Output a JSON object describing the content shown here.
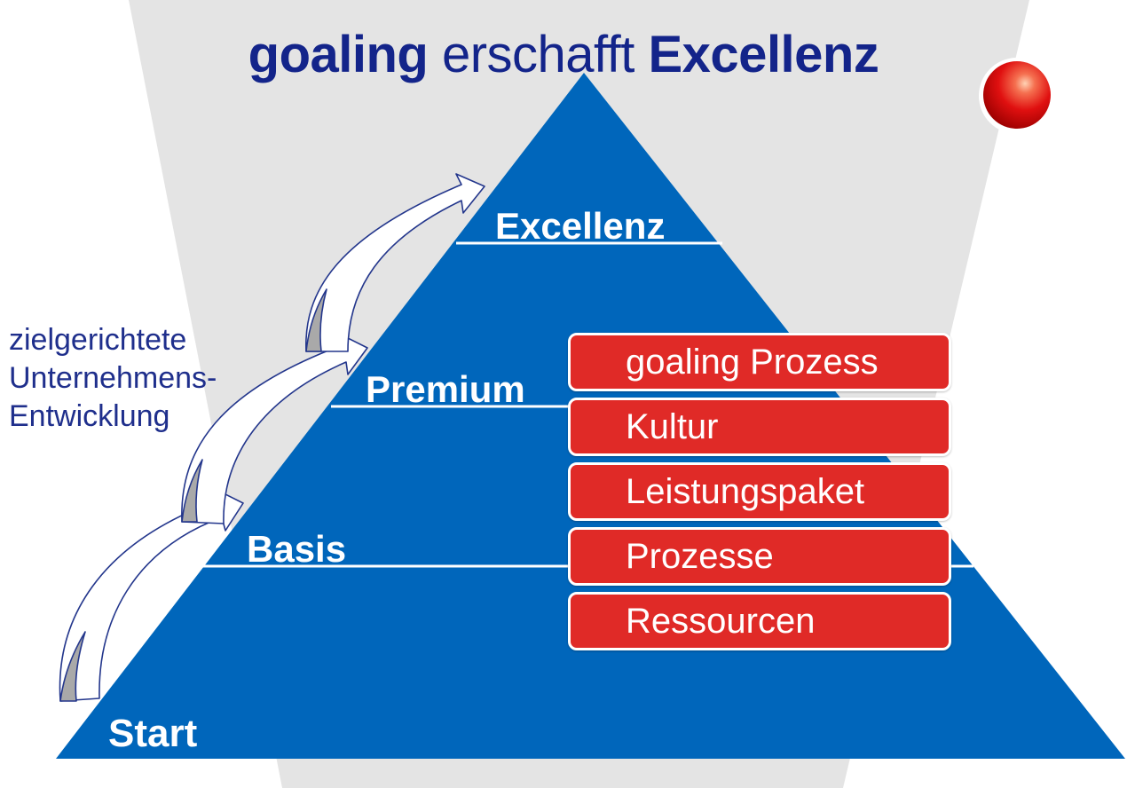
{
  "title": {
    "part1": "goaling",
    "part2": "erschafft",
    "part3": "Excellenz"
  },
  "levels": {
    "excellenz": "Excellenz",
    "premium": "Premium",
    "basis": "Basis",
    "start": "Start"
  },
  "side_label": {
    "line1": "zielgerichtete",
    "line2": "Unternehmens-",
    "line3": "Entwicklung"
  },
  "boxes": [
    "goaling Prozess",
    "Kultur",
    "Leistungspaket",
    "Prozesse",
    "Ressourcen"
  ],
  "colors": {
    "pyramid": "#0066bb",
    "box": "#e02a27",
    "funnel": "#e4e4e4",
    "title": "#13248a",
    "side_text": "#1f2f8c",
    "arrow_fill": "#a9a9a9",
    "arrow_stroke": "#23368c"
  },
  "icons": {
    "sphere": "red-sphere-icon",
    "arrows": "ascending-curved-arrows"
  }
}
